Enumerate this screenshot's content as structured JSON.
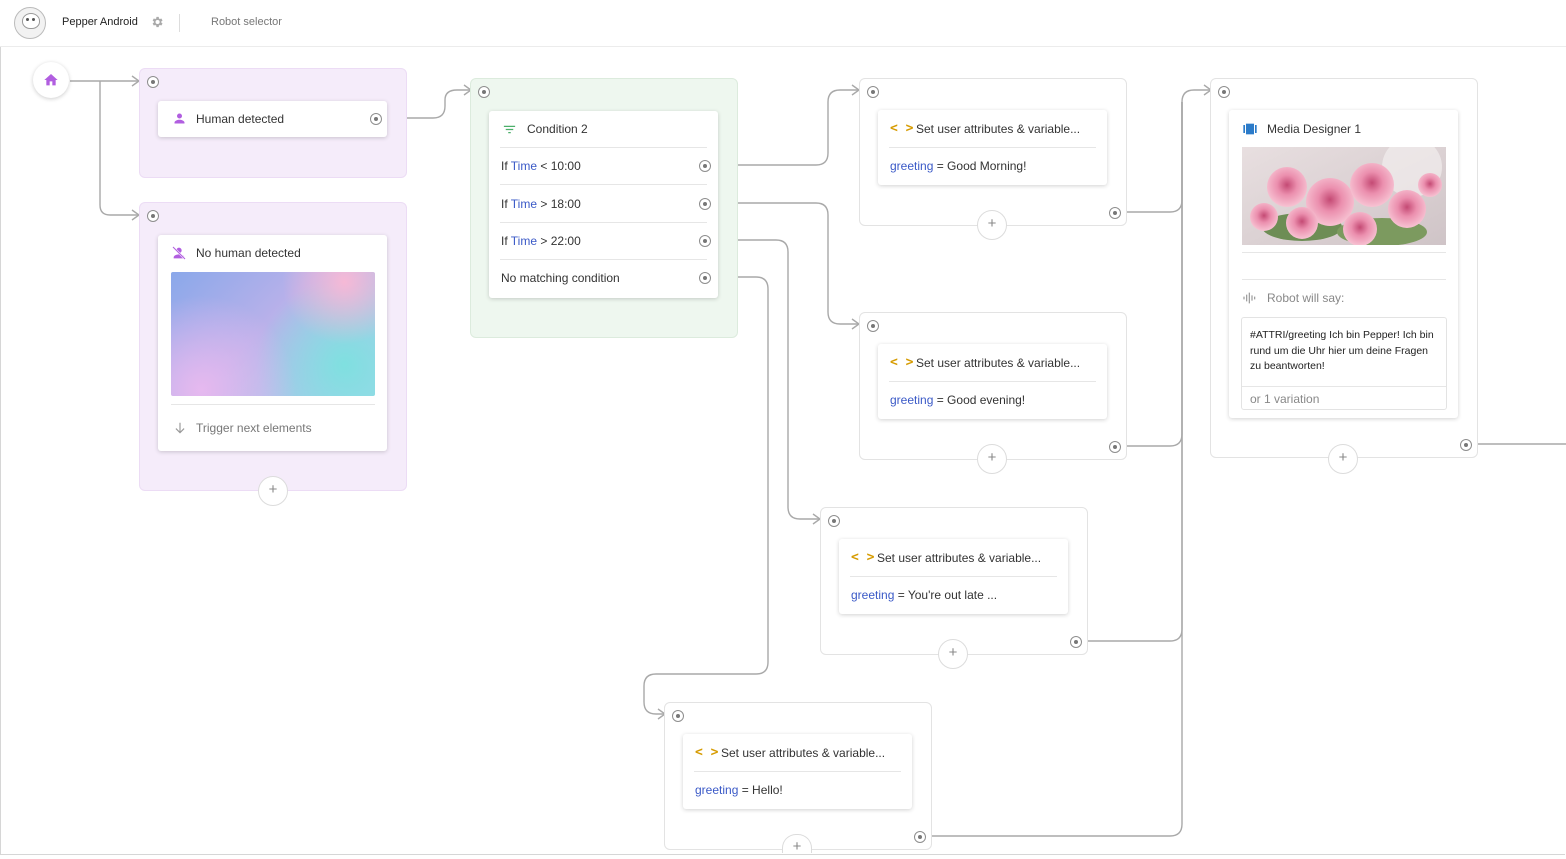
{
  "header": {
    "app_title": "Pepper Android",
    "robot_selector": "Robot selector"
  },
  "human_detected": {
    "title": "Human detected"
  },
  "no_human_detected": {
    "title": "No human detected",
    "trigger_label": "Trigger next elements"
  },
  "condition": {
    "title": "Condition 2",
    "rows": [
      {
        "prefix": "If",
        "variable": "Time",
        "operator": "< 10:00"
      },
      {
        "prefix": "If",
        "variable": "Time",
        "operator": "> 18:00"
      },
      {
        "prefix": "If",
        "variable": "Time",
        "operator": "> 22:00"
      }
    ],
    "fallback": "No matching condition"
  },
  "set_attrs": [
    {
      "title": "Set user attributes & variable...",
      "variable": "greeting",
      "value": "= Good Morning!"
    },
    {
      "title": "Set user attributes & variable...",
      "variable": "greeting",
      "value": "= Good evening!"
    },
    {
      "title": "Set user attributes & variable...",
      "variable": "greeting",
      "value": "= You're out late ..."
    },
    {
      "title": "Set user attributes & variable...",
      "variable": "greeting",
      "value": "= Hello!"
    }
  ],
  "media": {
    "title": "Media Designer 1",
    "robot_will_say": "Robot will say:",
    "speech": "#ATTRI/greeting Ich bin Pepper! Ich bin rund um die Uhr hier um deine Fragen zu beantworten!",
    "variations": "or 1 variation"
  },
  "plus_label": "+",
  "colors": {
    "purple_accent": "#b15ee0",
    "green_accent": "#4caf6a",
    "code_accent": "#d69b00",
    "media_accent": "#2b7bc9",
    "keyword_blue": "#3a59c7"
  },
  "icons": [
    "home-icon",
    "gear-icon",
    "person-icon",
    "person-off-icon",
    "filter-icon",
    "code-icon",
    "media-icon",
    "waveform-icon",
    "arrow-down-icon"
  ]
}
